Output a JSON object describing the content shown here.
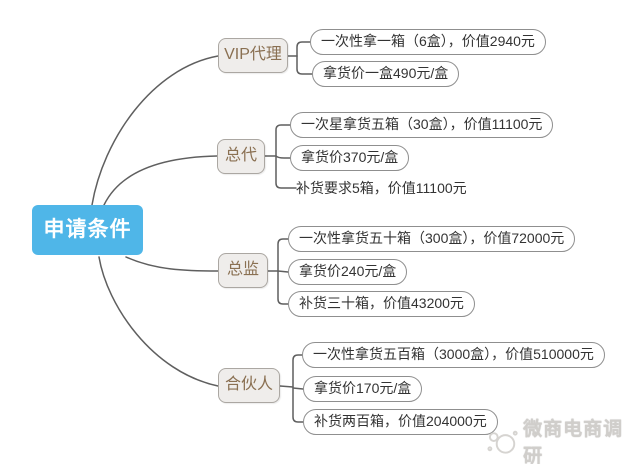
{
  "root": {
    "label": "申请条件"
  },
  "branches": [
    {
      "label": "VIP代理",
      "items": [
        {
          "text": "一次性拿一箱（6盒），价值2940元",
          "boxed": true
        },
        {
          "text": "拿货价一盒490元/盒",
          "boxed": true
        }
      ]
    },
    {
      "label": "总代",
      "items": [
        {
          "text": "一次星拿货五箱（30盒），价值11100元",
          "boxed": true
        },
        {
          "text": "拿货价370元/盒",
          "boxed": true
        },
        {
          "text": "补货要求5箱，价值11100元",
          "boxed": false
        }
      ]
    },
    {
      "label": "总监",
      "items": [
        {
          "text": "一次性拿货五十箱（300盒），价值72000元",
          "boxed": true
        },
        {
          "text": "拿货价240元/盒",
          "boxed": true
        },
        {
          "text": "补货三十箱，价值43200元",
          "boxed": true
        }
      ]
    },
    {
      "label": "合伙人",
      "items": [
        {
          "text": "一次性拿货五百箱（3000盒），价值510000元",
          "boxed": true
        },
        {
          "text": "拿货价170元/盒",
          "boxed": true
        },
        {
          "text": "补货两百箱，价值204000元",
          "boxed": true
        }
      ]
    }
  ],
  "watermark": {
    "text": "微商电商调研"
  },
  "colors": {
    "root_bg": "#4fb6e8",
    "root_text": "#ffffff",
    "branch_bg": "#efedeb",
    "branch_border": "#aba7a2",
    "branch_text": "#8a7052",
    "leaf_border": "#8f8f8f",
    "leaf_text": "#333333",
    "line": "#5f5f5f",
    "watermark_text": "#d0cecb"
  }
}
